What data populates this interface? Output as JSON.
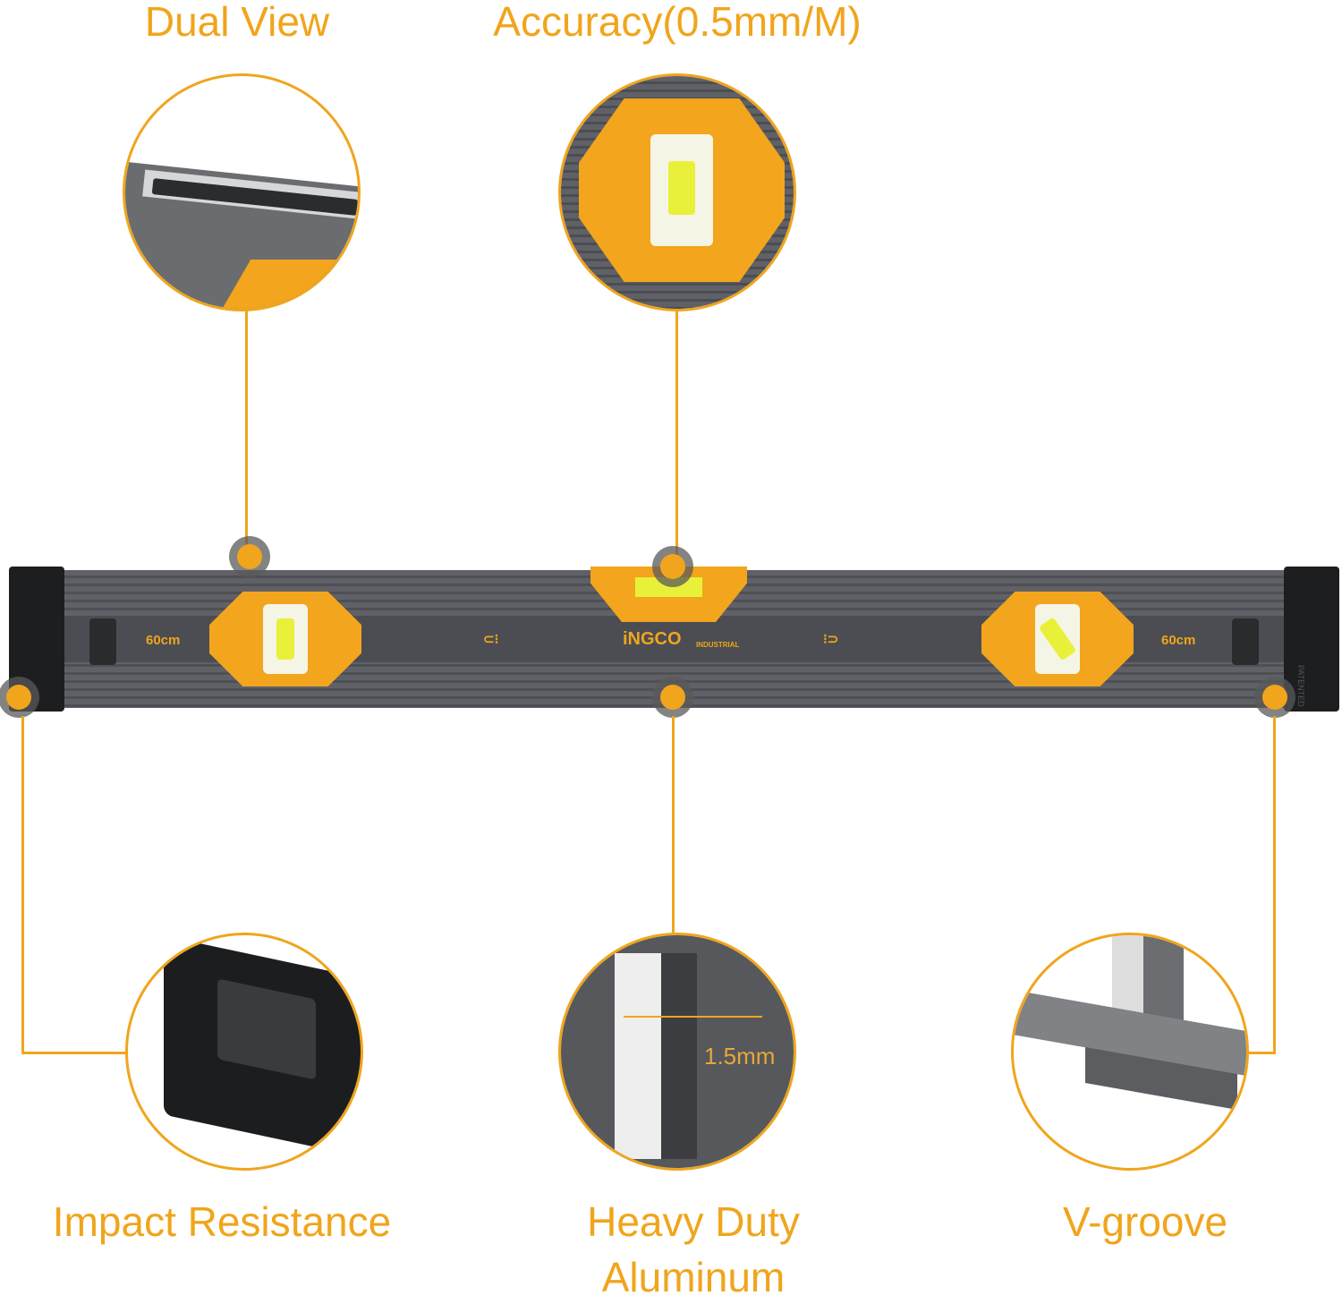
{
  "features": {
    "dual_view": "Dual View",
    "accuracy": "Accuracy(0.5mm/M)",
    "impact": "Impact Resistance",
    "heavy_duty_line1": "Heavy Duty",
    "heavy_duty_line2": "Aluminum",
    "v_groove": "V-groove"
  },
  "product": {
    "brand": "iNGCO",
    "brand_sub": "INDUSTRIAL",
    "length_label": "60cm",
    "side_text": "PATENTED"
  },
  "detail": {
    "thickness": "1.5mm"
  },
  "colors": {
    "accent": "#f0a51c",
    "body": "#55575c"
  }
}
